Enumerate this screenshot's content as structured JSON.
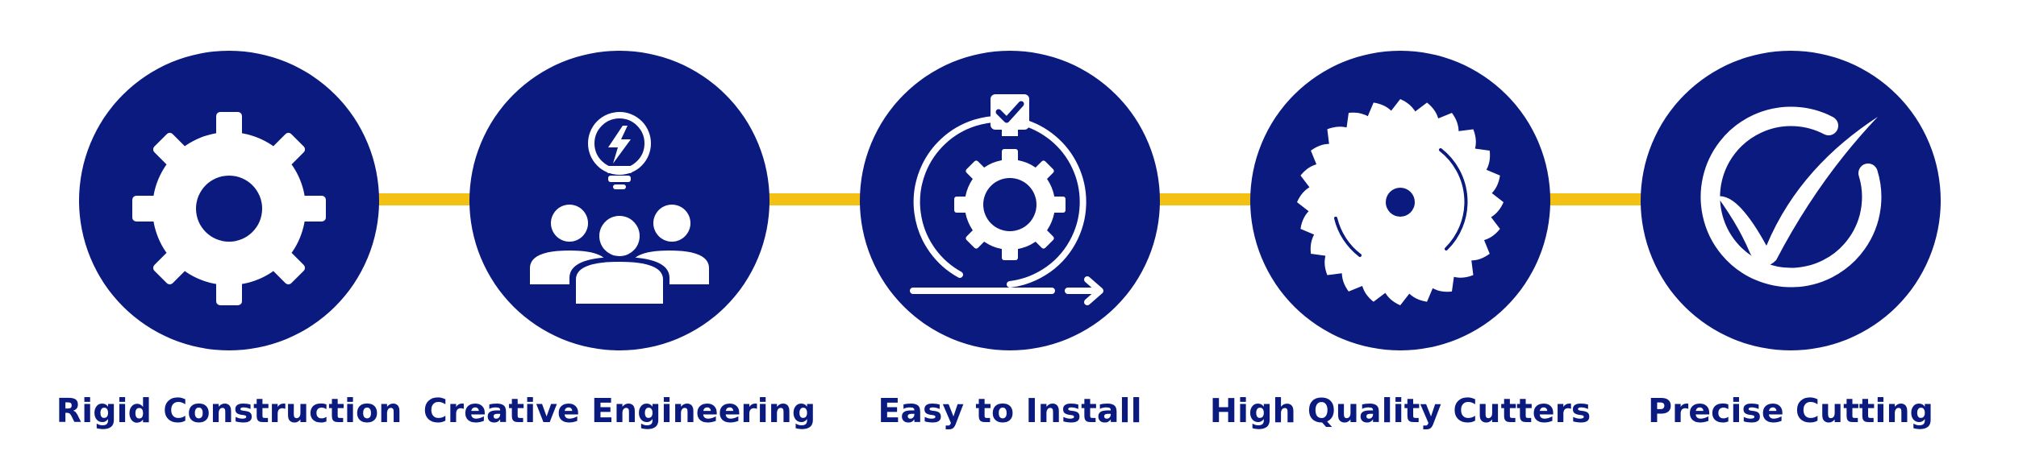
{
  "theme": {
    "circle_color": "#0a1a7e",
    "icon_color": "#ffffff",
    "connector_color": "#f3c114",
    "label_color": "#0a1a7e"
  },
  "features": [
    {
      "label": "Rigid Construction",
      "icon": "gear-icon"
    },
    {
      "label": "Creative Engineering",
      "icon": "team-idea-icon"
    },
    {
      "label": "Easy to Install",
      "icon": "install-process-icon"
    },
    {
      "label": "High Quality Cutters",
      "icon": "saw-blade-icon"
    },
    {
      "label": "Precise Cutting",
      "icon": "checkmark-icon"
    }
  ]
}
